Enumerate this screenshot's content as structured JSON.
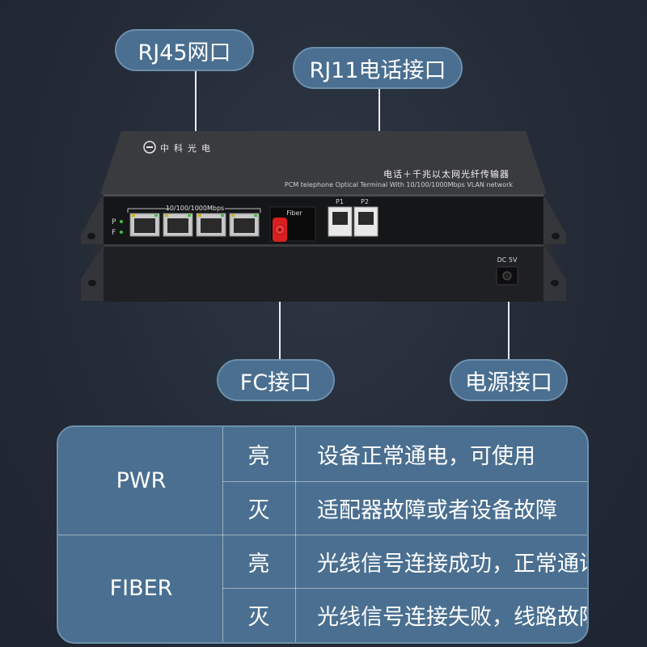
{
  "callouts": {
    "rj45": "RJ45网口",
    "rj11": "RJ11电话接口",
    "fc": "FC接口",
    "power": "电源接口"
  },
  "device": {
    "brand": "中科光电",
    "title_cn": "电话＋千兆以太网光纤传输器",
    "subtitle_en": "PCM telephone Optical Terminal With 10/100/1000Mbps VLAN network",
    "ethernet_label": "10/100/1000Mbps",
    "led_p": "P",
    "led_f": "F",
    "fiber_label": "Fiber",
    "port_p1": "P1",
    "port_p2": "P2",
    "dc_label": "DC 5V"
  },
  "table": {
    "groups": [
      {
        "name": "PWR",
        "rows": [
          {
            "state": "亮",
            "desc": "设备正常通电，可使用"
          },
          {
            "state": "灭",
            "desc": "适配器故障或者设备故障"
          }
        ]
      },
      {
        "name": "FIBER",
        "rows": [
          {
            "state": "亮",
            "desc": "光线信号连接成功，正常通讯"
          },
          {
            "state": "灭",
            "desc": "光线信号连接失败，线路故障"
          }
        ]
      }
    ]
  },
  "colors": {
    "background": "#232a36",
    "callout_fill": "#4a6f90",
    "table_fill": "#4a6f90",
    "device_body": "#3a3b3f",
    "fc_connector": "#d91f1f"
  }
}
